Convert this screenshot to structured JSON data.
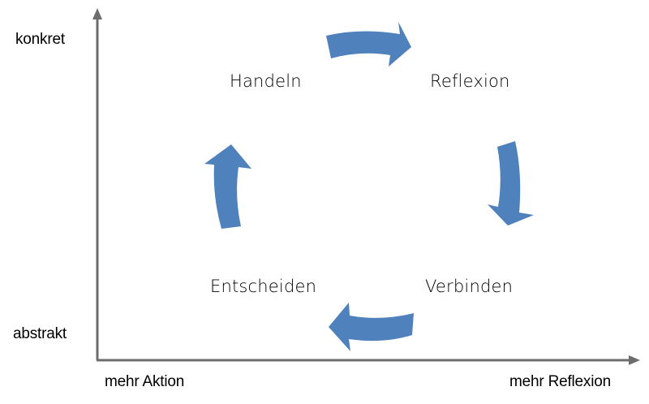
{
  "axes": {
    "y_top_label": "konkret",
    "y_bottom_label": "abstrakt",
    "x_left_label": "mehr Aktion",
    "x_right_label": "mehr Reflexion"
  },
  "cycle": {
    "nodes": [
      {
        "id": "handeln",
        "label": "Handeln"
      },
      {
        "id": "reflexion",
        "label": "Reflexion"
      },
      {
        "id": "verbinden",
        "label": "Verbinden"
      },
      {
        "id": "entscheiden",
        "label": "Entscheiden"
      }
    ],
    "arrow_color": "#4f81bd",
    "axis_color": "#6d6d6d"
  }
}
